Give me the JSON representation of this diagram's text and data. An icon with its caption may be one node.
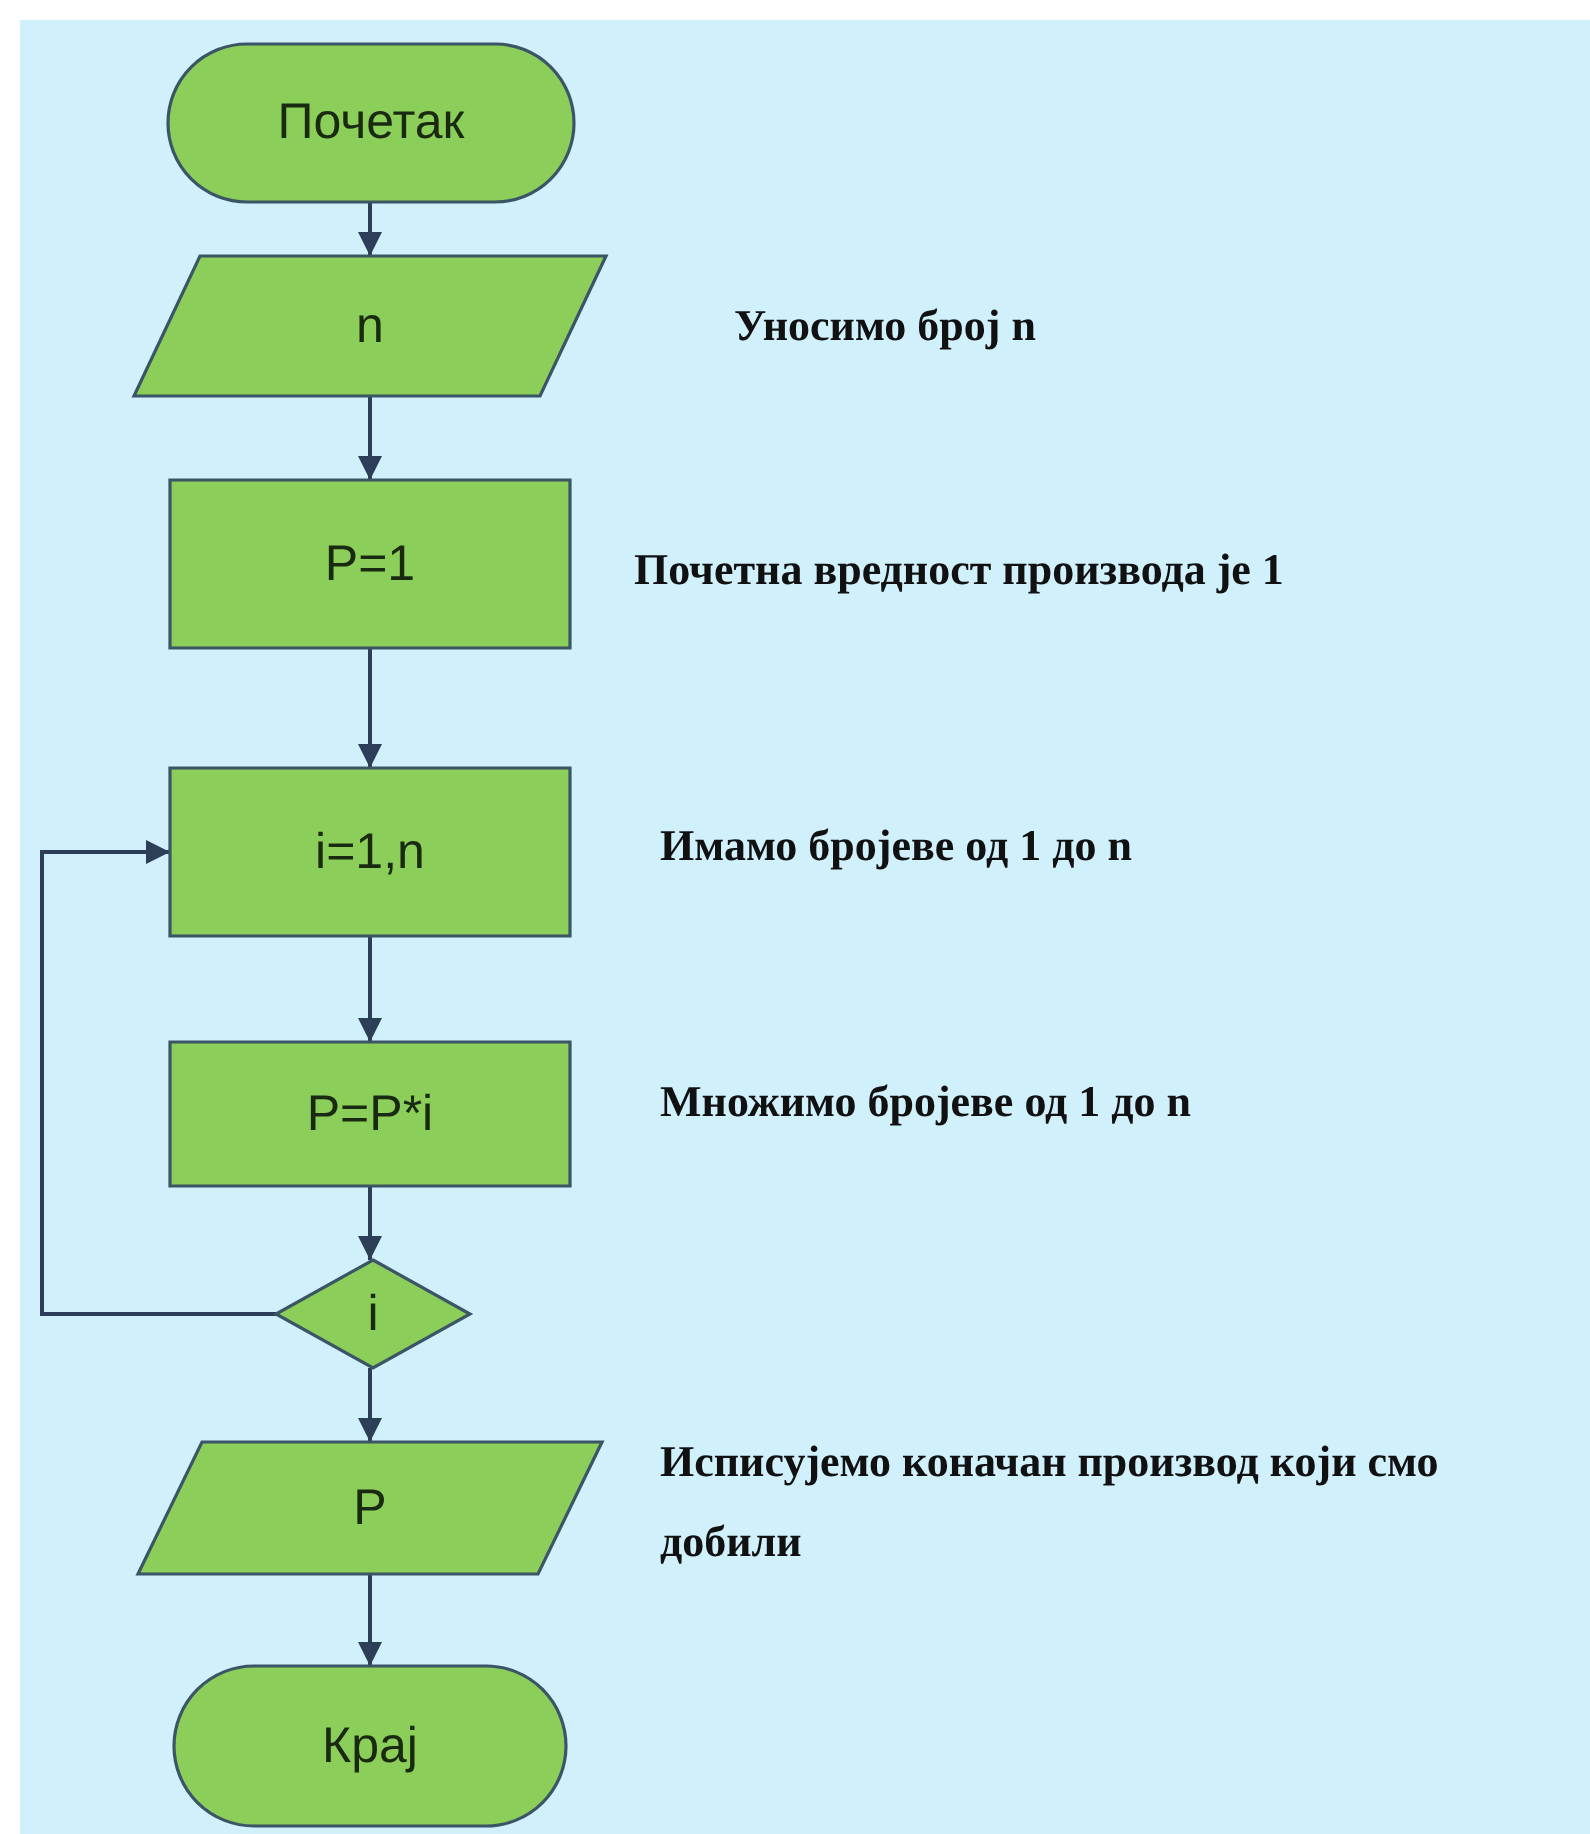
{
  "diagram": {
    "nodes": [
      {
        "text": [
          "Почетак"
        ]
      },
      {
        "text": [
          "n"
        ],
        "beside": [
          "Уносимо број n"
        ]
      },
      {
        "text": [
          "P=1"
        ],
        "beside": [
          "Почетна вредност производа је 1"
        ]
      },
      {
        "text": [
          "i=1,n"
        ],
        "beside": [
          "Имамо бројеве од 1 до n"
        ]
      },
      {
        "text": [
          "P=P*i"
        ],
        "beside": [
          "Множимо бројеве од 1 до n"
        ]
      },
      {
        "text": [
          "i"
        ]
      },
      {
        "text": [
          "P"
        ],
        "beside": [
          "Исписујемо коначан производ који смо добили"
        ]
      },
      {
        "text": [
          "Крај"
        ]
      }
    ],
    "edges": [
      {
        "from": 0,
        "to": 1,
        "arrow": "to"
      },
      {
        "from": 1,
        "to": 2,
        "arrow": "to"
      },
      {
        "from": 2,
        "to": 3,
        "arrow": "to"
      },
      {
        "from": 3,
        "to": 4,
        "arrow": "to"
      },
      {
        "from": 4,
        "to": 5,
        "arrow": "to"
      },
      {
        "from": 5,
        "to": 3,
        "arrow": "to"
      },
      {
        "from": 5,
        "to": 6,
        "arrow": "to"
      },
      {
        "from": 6,
        "to": 7,
        "arrow": "to"
      }
    ]
  }
}
